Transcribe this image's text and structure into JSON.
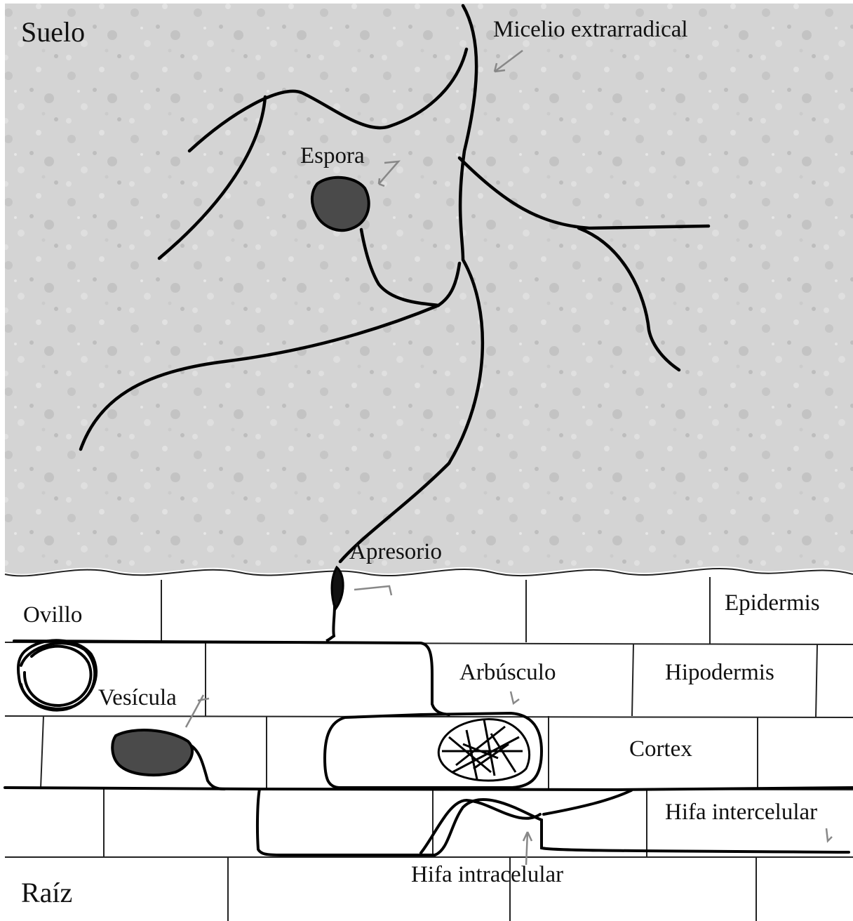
{
  "regions": {
    "soil": "Suelo",
    "root": "Raíz"
  },
  "labels": {
    "extraradical_mycelium": "Micelio extrarradical",
    "spore": "Espora",
    "appressorium": "Apresorio",
    "coil": "Ovillo",
    "vesicle": "Vesícula",
    "arbuscule": "Arbúsculo",
    "intracellular_hypha": "Hifa intracelular",
    "intercellular_hypha": "Hifa intercelular"
  },
  "layers": {
    "epidermis": "Epidermis",
    "hypodermis": "Hipodermis",
    "cortex": "Cortex"
  },
  "colors": {
    "soil_background": "#d3d3d3",
    "hyphae": "#000000",
    "spore_fill": "#4a4a4a",
    "pointer_arrows": "#888888",
    "cell_walls": "#222222"
  }
}
